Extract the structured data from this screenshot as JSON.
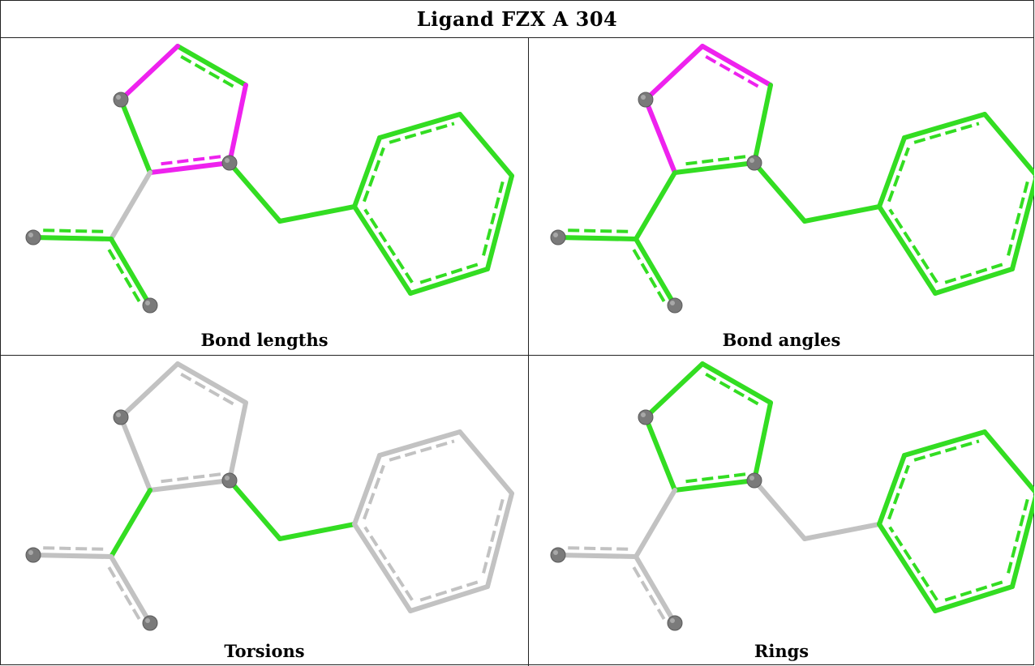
{
  "table": {
    "title": "Ligand FZX A 304",
    "panels": [
      {
        "caption": "Bond lengths",
        "key": "bond_lengths"
      },
      {
        "caption": "Bond angles",
        "key": "bond_angles"
      },
      {
        "caption": "Torsions",
        "key": "torsions"
      },
      {
        "caption": "Rings",
        "key": "rings"
      }
    ]
  },
  "colors": {
    "green": "#33dd22",
    "magenta": "#ee22ee",
    "grey": "#c2c2c2",
    "atom": "#7a7a7a",
    "border": "#222222"
  },
  "molecule": {
    "atoms": [
      {
        "id": "a1",
        "label": "ring5-top"
      },
      {
        "id": "a2",
        "label": "ring5-right"
      },
      {
        "id": "a3",
        "label": "ring5-bottom-right"
      },
      {
        "id": "a4",
        "label": "ring5-bottom-left"
      },
      {
        "id": "a5",
        "label": "ring5-left"
      },
      {
        "id": "a6",
        "label": "ch2"
      },
      {
        "id": "a7",
        "label": "ring6-left"
      },
      {
        "id": "a8",
        "label": "ring6-top-left"
      },
      {
        "id": "a9",
        "label": "ring6-top-right"
      },
      {
        "id": "a10",
        "label": "ring6-right"
      },
      {
        "id": "a11",
        "label": "ring6-bottom-right"
      },
      {
        "id": "a12",
        "label": "ring6-bottom-left"
      },
      {
        "id": "a13",
        "label": "carboxyl-c"
      },
      {
        "id": "a14",
        "label": "oxygen-left"
      },
      {
        "id": "a15",
        "label": "oxygen-down"
      }
    ],
    "balls": [
      "a5",
      "a3",
      "a14",
      "a15"
    ],
    "bonds": [
      {
        "id": "b1",
        "from": "a1",
        "to": "a2",
        "order": 2
      },
      {
        "id": "b2",
        "from": "a2",
        "to": "a3",
        "order": 1
      },
      {
        "id": "b3",
        "from": "a3",
        "to": "a4",
        "order": 2
      },
      {
        "id": "b4",
        "from": "a4",
        "to": "a5",
        "order": 1
      },
      {
        "id": "b5",
        "from": "a5",
        "to": "a1",
        "order": 1
      },
      {
        "id": "b6",
        "from": "a3",
        "to": "a6",
        "order": 1
      },
      {
        "id": "b7",
        "from": "a6",
        "to": "a7",
        "order": 1
      },
      {
        "id": "b8",
        "from": "a7",
        "to": "a8",
        "order": 2
      },
      {
        "id": "b9",
        "from": "a8",
        "to": "a9",
        "order": 2
      },
      {
        "id": "b10",
        "from": "a9",
        "to": "a10",
        "order": 1
      },
      {
        "id": "b11",
        "from": "a10",
        "to": "a11",
        "order": 2
      },
      {
        "id": "b12",
        "from": "a11",
        "to": "a12",
        "order": 2
      },
      {
        "id": "b13",
        "from": "a12",
        "to": "a7",
        "order": 2
      },
      {
        "id": "b14",
        "from": "a4",
        "to": "a13",
        "order": 1
      },
      {
        "id": "b15",
        "from": "a13",
        "to": "a14",
        "order": 2
      },
      {
        "id": "b16",
        "from": "a13",
        "to": "a15",
        "order": 2
      }
    ]
  },
  "bond_colors": {
    "bond_lengths": {
      "b1": "green",
      "b2": "magenta",
      "b3": "magenta",
      "b4": "green",
      "b5": "magenta",
      "b6": "green",
      "b7": "green",
      "b8": "green",
      "b9": "green",
      "b10": "green",
      "b11": "green",
      "b12": "green",
      "b13": "green",
      "b14": "grey",
      "b15": "green",
      "b16": "green"
    },
    "bond_angles": {
      "b1": "magenta",
      "b2": "green",
      "b3": "green",
      "b4": "magenta",
      "b5": "magenta",
      "b6": "green",
      "b7": "green",
      "b8": "green",
      "b9": "green",
      "b10": "green",
      "b11": "green",
      "b12": "green",
      "b13": "green",
      "b14": "green",
      "b15": "green",
      "b16": "green"
    },
    "torsions": {
      "b1": "grey",
      "b2": "grey",
      "b3": "grey",
      "b4": "grey",
      "b5": "grey",
      "b6": "green",
      "b7": "green",
      "b8": "grey",
      "b9": "grey",
      "b10": "grey",
      "b11": "grey",
      "b12": "grey",
      "b13": "grey",
      "b14": "green",
      "b15": "grey",
      "b16": "grey"
    },
    "rings": {
      "b1": "green",
      "b2": "green",
      "b3": "green",
      "b4": "green",
      "b5": "green",
      "b6": "grey",
      "b7": "grey",
      "b8": "green",
      "b9": "green",
      "b10": "green",
      "b11": "green",
      "b12": "green",
      "b13": "green",
      "b14": "grey",
      "b15": "grey",
      "b16": "grey"
    }
  }
}
